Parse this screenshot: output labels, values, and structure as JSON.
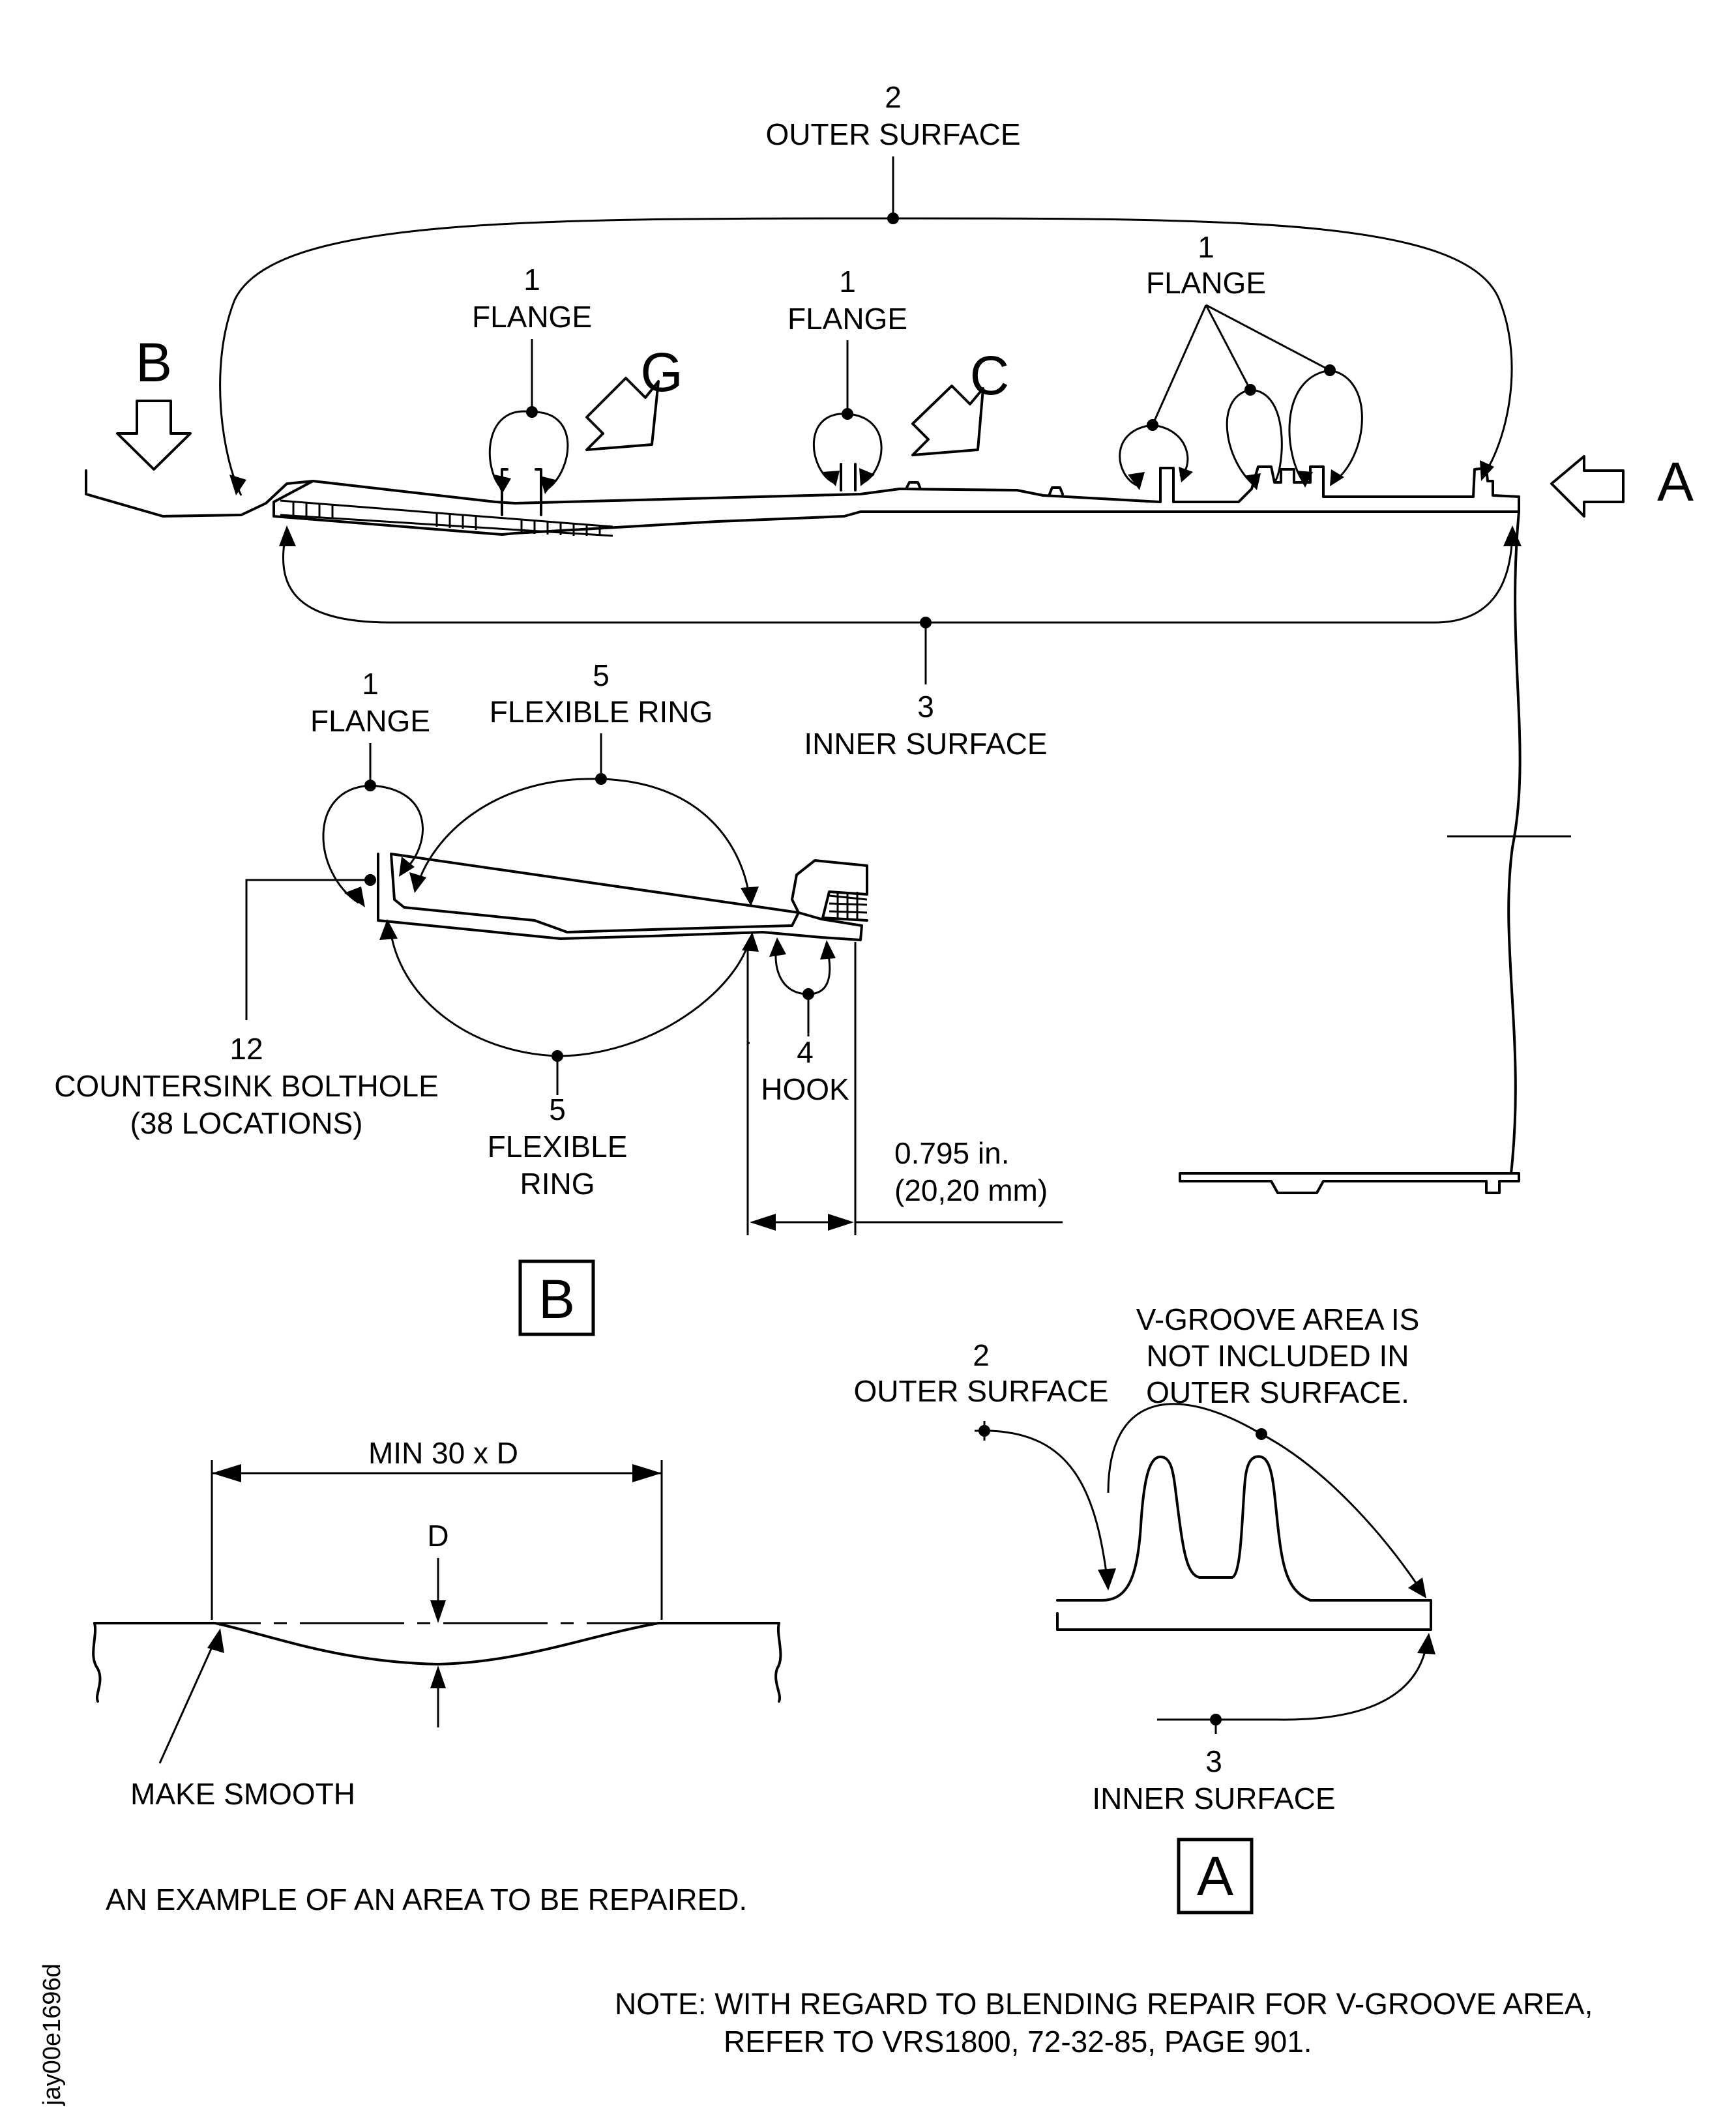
{
  "labels": {
    "outer_top": {
      "num": "2",
      "text": "OUTER SURFACE"
    },
    "flange_1": {
      "num": "1",
      "text": "FLANGE"
    },
    "flange_2": {
      "num": "1",
      "text": "FLANGE"
    },
    "flange_3": {
      "num": "1",
      "text": "FLANGE"
    },
    "inner_top": {
      "num": "3",
      "text": "INNER SURFACE"
    },
    "view_b_flange": {
      "num": "1",
      "text": "FLANGE"
    },
    "flex_ring_top": {
      "num": "5",
      "text": "FLEXIBLE RING"
    },
    "flex_ring_bottom": {
      "num": "5",
      "line1": "FLEXIBLE",
      "line2": "RING"
    },
    "countersink": {
      "num": "12",
      "line1": "COUNTERSINK BOLTHOLE",
      "line2": "(38 LOCATIONS)"
    },
    "hook": {
      "num": "4",
      "text": "HOOK"
    },
    "dimension": {
      "line1": "0.795 in.",
      "line2": "(20,20 mm)"
    },
    "min_dim": "MIN 30 x D",
    "depth": "D",
    "make_smooth": "MAKE SMOOTH",
    "example": "AN EXAMPLE OF AN AREA TO BE REPAIRED.",
    "outer_a": {
      "num": "2",
      "text": "OUTER SURFACE"
    },
    "vgroove": {
      "line1": "V-GROOVE AREA IS",
      "line2": "NOT INCLUDED IN",
      "line3": "OUTER SURFACE."
    },
    "inner_a": {
      "num": "3",
      "text": "INNER SURFACE"
    },
    "note": {
      "line1": "NOTE: WITH REGARD TO BLENDING REPAIR FOR V-GROOVE AREA,",
      "line2": "REFER TO VRS1800, 72-32-85, PAGE 901."
    },
    "figure_id": "jay00e1696d"
  },
  "views": {
    "b": "B",
    "g": "G",
    "c": "C",
    "a": "A",
    "box_b": "B",
    "box_a": "A"
  }
}
